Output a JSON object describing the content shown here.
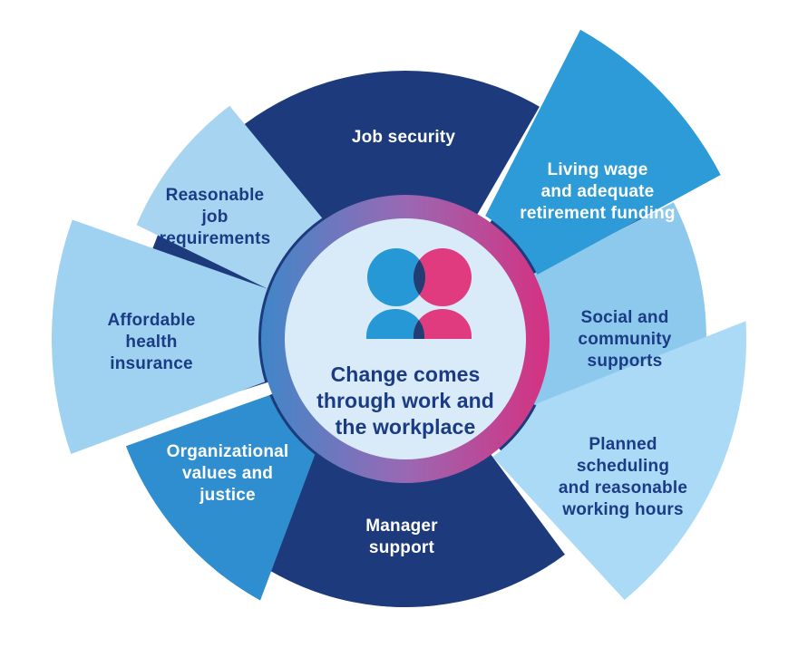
{
  "diagram": {
    "center": {
      "label_lines": [
        "Change comes",
        "through work and",
        "the workplace"
      ],
      "text_color": "#1b3c85",
      "fill": "#d9ebf8"
    },
    "segments": [
      {
        "id": "job-security",
        "label_lines": [
          "Job security"
        ],
        "color": "#1d3b7c",
        "text_color": "#ffffff"
      },
      {
        "id": "living-wage",
        "label_lines": [
          "Living wage",
          "and adequate",
          "retirement funding"
        ],
        "color": "#2d9bd8",
        "text_color": "#ffffff"
      },
      {
        "id": "social-supports",
        "label_lines": [
          "Social and",
          "community",
          "supports"
        ],
        "color": "#8dc9ed",
        "text_color": "#1b3c85"
      },
      {
        "id": "planned-scheduling",
        "label_lines": [
          "Planned",
          "scheduling",
          "and reasonable",
          "working hours"
        ],
        "color": "#aadaf5",
        "text_color": "#1b3c85"
      },
      {
        "id": "manager-support",
        "label_lines": [
          "Manager",
          "support"
        ],
        "color": "#1d3b7c",
        "text_color": "#ffffff"
      },
      {
        "id": "organizational-values",
        "label_lines": [
          "Organizational",
          "values and",
          "justice"
        ],
        "color": "#2e8ecf",
        "text_color": "#ffffff"
      },
      {
        "id": "affordable-insurance",
        "label_lines": [
          "Affordable",
          "health",
          "insurance"
        ],
        "color": "#9ed2f0",
        "text_color": "#1b3c85"
      },
      {
        "id": "reasonable-requirements",
        "label_lines": [
          "Reasonable",
          "job",
          "requirements"
        ],
        "color": "#a6d4f1",
        "text_color": "#1b3c85"
      }
    ],
    "colors": {
      "background": "#ffffff",
      "navy": "#1d3b7c",
      "ring_blue": "#3f87c9",
      "ring_purple": "#9a68b3",
      "ring_pink": "#d63080",
      "icon_blue": "#2598d5",
      "icon_pink": "#e13b7f",
      "icon_overlap": "#223d74"
    }
  }
}
